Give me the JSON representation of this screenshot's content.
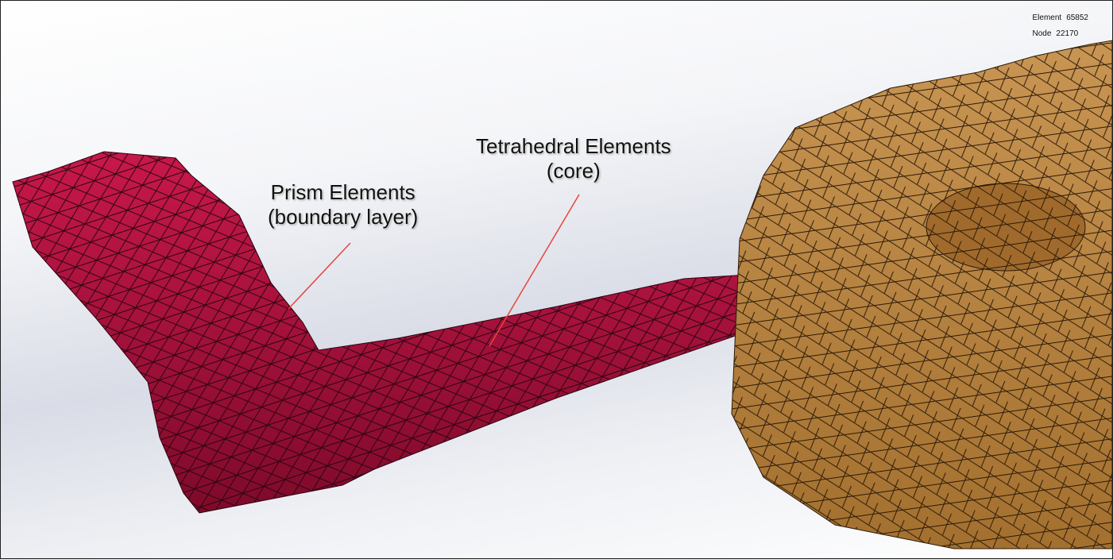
{
  "stats": {
    "element_label": "Element",
    "element_value": "65852",
    "node_label": "Node",
    "node_value": "22170"
  },
  "annotations": [
    {
      "line1": "Prism Elements",
      "line2": "(boundary layer)"
    },
    {
      "line1": "Tetrahedral Elements",
      "line2": "(core)"
    }
  ],
  "colors": {
    "prism_part": "#b5123f",
    "hub_part": "#c08a47",
    "leader_line": "#e8453c"
  }
}
